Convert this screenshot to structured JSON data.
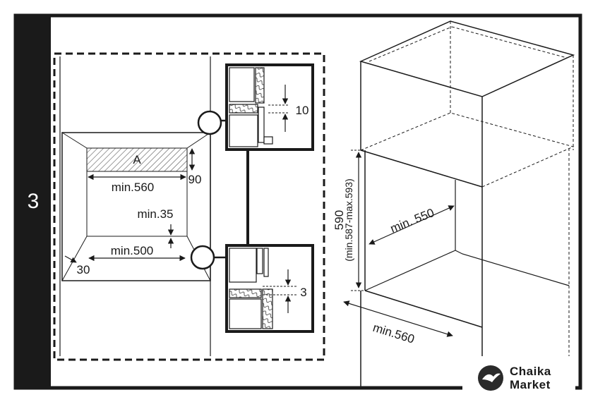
{
  "figure": {
    "step_number": "3",
    "label_area_a": "A",
    "dim_width_top": "min.560",
    "dim_height_top": "90",
    "dim_min35": "min.35",
    "dim_width_bottom": "min.500",
    "dim_side": "30",
    "detail_top_gap": "10",
    "detail_bottom_gap": "3",
    "dim_height_main": "590",
    "dim_height_range": "(min.587-max.593)",
    "dim_depth": "min. 550",
    "dim_width_front": "min.560"
  },
  "watermark": {
    "brand_line1": "Chaika",
    "brand_line2": "Market",
    "logo_icon": "bird-logo-icon"
  },
  "colors": {
    "frame": "#1a1a1a",
    "line": "#1a1a1a",
    "hatch": "#555555",
    "background": "#ffffff"
  }
}
